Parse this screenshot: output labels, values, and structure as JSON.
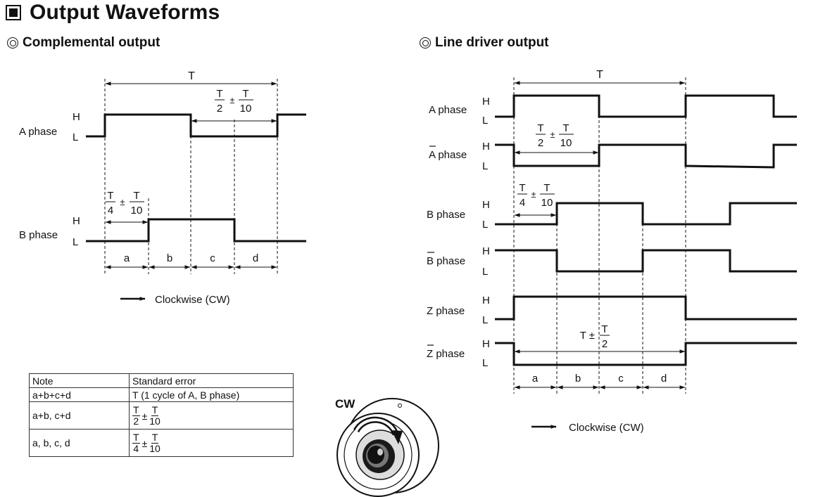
{
  "title": "Output Waveforms",
  "complemental": {
    "heading": "Complemental output",
    "period_label": "T",
    "half_label_num": "T",
    "half_label_den": "2",
    "pm": "±",
    "tol_num": "T",
    "tol_den": "10",
    "quarter_num": "T",
    "quarter_den": "4",
    "rows": [
      {
        "name": "A phase",
        "hi": "H",
        "lo": "L"
      },
      {
        "name": "B phase",
        "hi": "H",
        "lo": "L"
      }
    ],
    "segments": [
      "a",
      "b",
      "c",
      "d"
    ],
    "direction": "Clockwise (CW)"
  },
  "line_driver": {
    "heading": "Line driver output",
    "period_label": "T",
    "half_num": "T",
    "half_den": "2",
    "tol_num": "T",
    "tol_den": "10",
    "quarter_num": "T",
    "quarter_den": "4",
    "pm": "±",
    "z_label": "T ±",
    "z_num": "T",
    "z_den": "2",
    "rows": [
      {
        "name": "A phase",
        "hi": "H",
        "lo": "L"
      },
      {
        "name": "A phase",
        "hi": "H",
        "lo": "L"
      },
      {
        "name": "B phase",
        "hi": "H",
        "lo": "L"
      },
      {
        "name": "B phase",
        "hi": "H",
        "lo": "L"
      },
      {
        "name": "Z phase",
        "hi": "H",
        "lo": "L"
      },
      {
        "name": "Z phase",
        "hi": "H",
        "lo": "L"
      }
    ],
    "segments": [
      "a",
      "b",
      "c",
      "d"
    ],
    "direction": "Clockwise (CW)"
  },
  "cw_label": "CW",
  "table": {
    "headers": [
      "Note",
      "Standard error"
    ],
    "rows": [
      {
        "note": "a+b+c+d",
        "error": "T (1 cycle of A, B phase)"
      },
      {
        "note": "a+b, c+d",
        "num": "T",
        "den": "2",
        "pm": "±",
        "tol_num": "T",
        "tol_den": "10"
      },
      {
        "note": "a, b, c, d",
        "num": "T",
        "den": "4",
        "pm": "±",
        "tol_num": "T",
        "tol_den": "10"
      }
    ]
  }
}
